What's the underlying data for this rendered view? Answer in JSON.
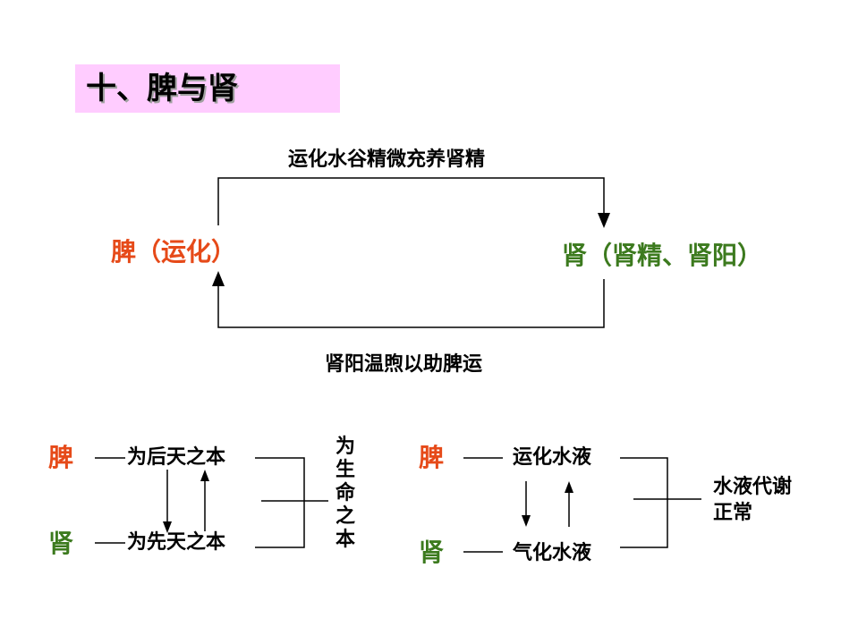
{
  "title": "十、脾与肾",
  "top": {
    "spleen_label": "脾（运化）",
    "kidney_label": "肾（肾精、肾阳）",
    "top_arrow_text": "运化水谷精微充养肾精",
    "bottom_arrow_text": "肾阳温煦以助脾运"
  },
  "bottom_left": {
    "spleen": "脾",
    "kidney": "肾",
    "spleen_text": "为后天之本",
    "kidney_text": "为先天之本",
    "conclusion": "为生命之本"
  },
  "bottom_right": {
    "spleen": "脾",
    "kidney": "肾",
    "spleen_text": "运化水液",
    "kidney_text": "气化水液",
    "conclusion_line1": "水液代谢",
    "conclusion_line2": "正常"
  },
  "colors": {
    "title_bg": "#ffccff",
    "spleen": "#e64a19",
    "kidney": "#3c7a1e"
  }
}
